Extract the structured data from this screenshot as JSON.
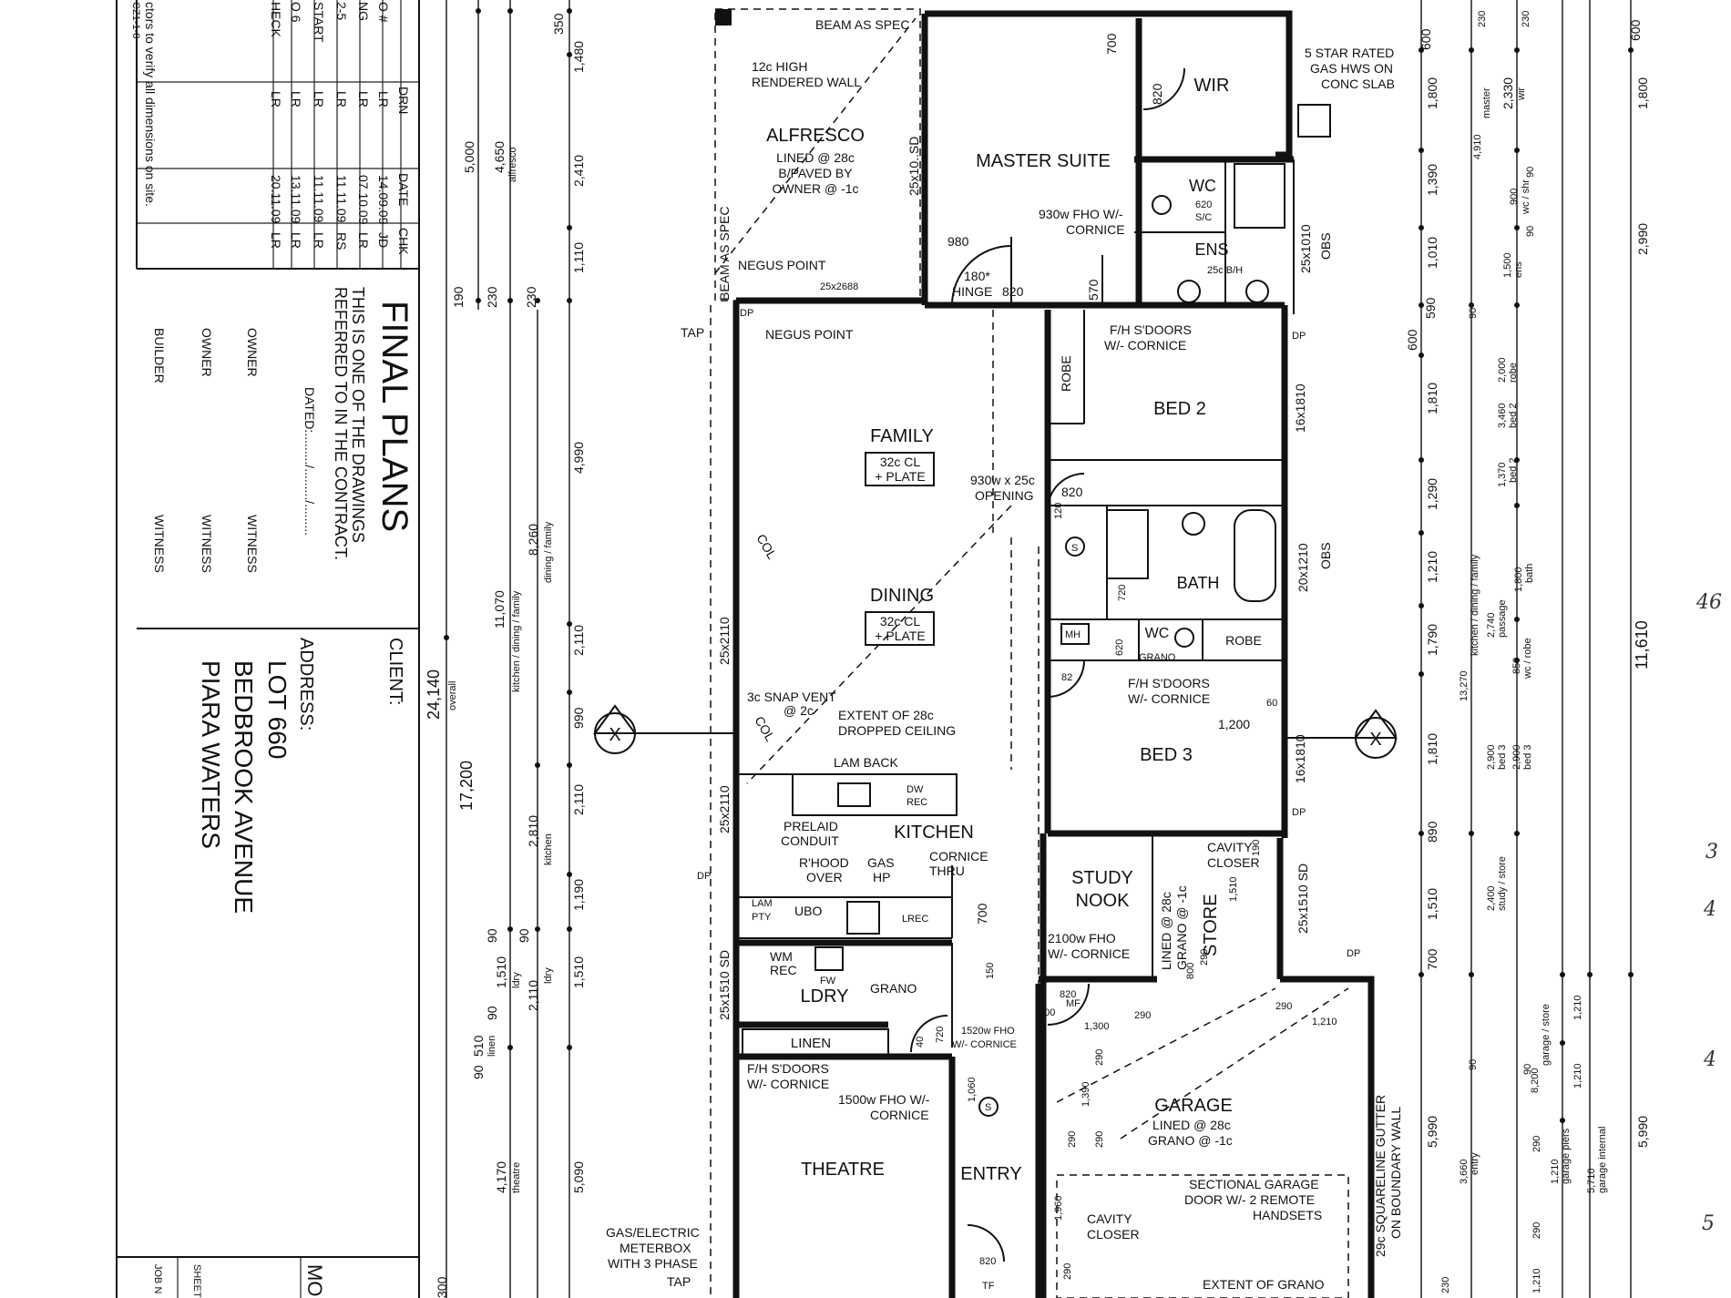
{
  "title_block": {
    "table_headers": [
      "DRN",
      "DATE",
      "CHK"
    ],
    "row_labels": [
      "O #",
      "NG",
      "2-5",
      "START",
      "O 6",
      "HECK"
    ],
    "rows": [
      [
        "LR",
        "14.09.09",
        "JD"
      ],
      [
        "LR",
        "07.10.09",
        "LR"
      ],
      [
        "LR",
        "11.11.09",
        "RS"
      ],
      [
        "LR",
        "11.11.09",
        "LR"
      ],
      [
        "LR",
        "13.11.09",
        "LR"
      ],
      [
        "LR",
        "20.11.09",
        "LR"
      ]
    ],
    "edge_note": "ctors to verify all dimensions on site.",
    "edge_code": "CZ1-1-8",
    "final_plans": "FINAL PLANS",
    "contract_line1": "THIS IS ONE OF THE DRAWINGS",
    "contract_line2": "REFERRED TO IN THE CONTRACT.",
    "dated": "DATED:........./........./.........",
    "signatures": [
      {
        "role": "OWNER",
        "witness": "WITNESS"
      },
      {
        "role": "OWNER",
        "witness": "WITNESS"
      },
      {
        "role": "BUILDER",
        "witness": "WITNESS"
      }
    ],
    "client_label": "CLIENT:",
    "address_label": "ADDRESS:",
    "address_lines": [
      "LOT 660",
      "BEDBROOK AVENUE",
      "PIARA WATERS"
    ],
    "bottom_labels": [
      "MO",
      "SHEET",
      "JOB N"
    ]
  },
  "rooms": {
    "alfresco": {
      "name": "ALFRESCO",
      "lines": [
        "LINED @ 28c",
        "B/PAVED BY",
        "OWNER @ -1c"
      ]
    },
    "master_suite": "MASTER SUITE",
    "wir": "WIR",
    "wc_top": "WC",
    "wc_top_note": "620\nS/C",
    "ens": "ENS",
    "family": "FAMILY",
    "dining": "DINING",
    "bed2": "BED 2",
    "robe1": "ROBE",
    "bath": "BATH",
    "robe2": "ROBE",
    "wc_mid": "WC",
    "bed3": "BED 3",
    "kitchen": "KITCHEN",
    "study": [
      "STUDY",
      "NOOK"
    ],
    "store": "STORE",
    "ldry": "LDRY",
    "linen": "LINEN",
    "theatre": "THEATRE",
    "entry": "ENTRY",
    "garage": "GARAGE"
  },
  "notes": {
    "beam_top": "BEAM AS SPEC",
    "rendered_wall": [
      "12c HIGH",
      "RENDERED WALL"
    ],
    "beam_side": "BEAM AS SPEC",
    "negus1": "NEGUS POINT",
    "negus2": "NEGUS POINT",
    "beam_size": "25x2688",
    "hws": [
      "5 STAR RATED",
      "GAS HWS ON",
      "CONC SLAB"
    ],
    "fho_master": [
      "930w FHO W/-",
      "CORNICE"
    ],
    "ens_size": "25c B/H",
    "obs1": "OBS",
    "obs2": "OBS",
    "win1": "25x1010",
    "win2": "16x1810",
    "win3": "20x1210",
    "win4": "16x1810",
    "win5": "25x1510 SD",
    "win6": "25x10..SD",
    "win7": "25x2110",
    "win8": "25x2110",
    "win9": "25x1510 SD",
    "hinge": [
      "180*",
      "HINGE"
    ],
    "fh_sdoors1": [
      "F/H S'DOORS",
      "W/- CORNICE"
    ],
    "fh_sdoors2": [
      "F/H S'DOORS",
      "W/- CORNICE"
    ],
    "fh_sdoors3": [
      "F/H S'DOORS",
      "W/- CORNICE"
    ],
    "family_clg": [
      "32c CL",
      "+ PLATE"
    ],
    "dining_clg": [
      "32c CL",
      "+ PLATE"
    ],
    "opening": [
      "930w x 25c",
      "OPENING"
    ],
    "snap_vent": [
      "3c SNAP VENT",
      "@ 2c"
    ],
    "dropped": [
      "EXTENT OF 28c",
      "DROPPED CEILING"
    ],
    "lam_back": "LAM BACK",
    "preliad": [
      "PRELAID",
      "CONDUIT"
    ],
    "rhood": [
      "R'HOOD",
      "OVER"
    ],
    "gas_hp": [
      "GAS",
      "HP"
    ],
    "cornice_thru": [
      "CORNICE",
      "THRU"
    ],
    "lam_pty": [
      "LAM",
      "PTY"
    ],
    "ubo": "UBO",
    "lrec": "LREC",
    "dw_rec": [
      "DW",
      "REC"
    ],
    "wm_rec": [
      "WM",
      "REC"
    ],
    "fw": "FW",
    "grano": "GRANO",
    "grano2": "GRANO",
    "mh": "MH",
    "cavity1": [
      "CAVITY",
      "CLOSER"
    ],
    "cavity2": [
      "CAVITY",
      "CLOSER"
    ],
    "store_lined": [
      "LINED @ 28c",
      "GRANO @ -1c"
    ],
    "study_fho": [
      "2100w FHO",
      "W/- CORNICE"
    ],
    "fho_1520": [
      "1520w FHO",
      "W/- CORNICE"
    ],
    "fho_1500": [
      "1500w FHO W/-",
      "CORNICE"
    ],
    "garage_lined": [
      "LINED @ 28c",
      "GRANO @ -1c"
    ],
    "garage_door": [
      "SECTIONAL GARAGE",
      "DOOR W/- 2 REMOTE",
      "HANDSETS"
    ],
    "gutter": [
      "29c SQUARELINE GUTTER",
      "ON BOUNDARY WALL"
    ],
    "meterbox": [
      "GAS/ELECTRIC",
      "METERBOX",
      "WITH 3 PHASE"
    ],
    "tap1": "TAP",
    "tap2": "TAP",
    "dp_labels": [
      "DP",
      "DP",
      "DP",
      "DP",
      "DP"
    ],
    "extent_grano": "EXTENT OF GRANO",
    "col1": "COL",
    "col2": "COL",
    "section": "X",
    "tf": "TF",
    "mf": "MF",
    "s": "S"
  },
  "left_dims": {
    "overall": "24,140",
    "overall_sub": "overall",
    "seg1": "17,200",
    "seg_top": "5,000",
    "alfresco": "4,650",
    "alfresco_sub": "alfresco",
    "kdf": "11,070",
    "kdf_sub": "kitchen / dining / family",
    "df": "8,260",
    "df_sub": "dining / family",
    "kitchen": "2,810",
    "kitchen_sub": "kitchen",
    "ldry": "1,510",
    "ldry_sub": "ldry",
    "ldry2": "2,110",
    "ldry2_sub": "ldry",
    "linen": "510",
    "linen_sub": "linen",
    "theatre": "4,170",
    "theatre_sub": "theatre",
    "chain": [
      "350",
      "1,480",
      "2,410",
      "1,110",
      "4,990",
      "2,110",
      "990",
      "2,110",
      "1,190",
      "1,510",
      "5,090"
    ],
    "small": [
      "190",
      "230",
      "230",
      "90",
      "90",
      "90",
      "90",
      "300"
    ]
  },
  "right_dims": {
    "chain": [
      "600",
      "1,800",
      "1,390",
      "1,010",
      "600",
      "590",
      "1,810",
      "1,290",
      "1,210",
      "1,790",
      "1,810",
      "890",
      "1,510",
      "700",
      "5,990"
    ],
    "overall": "11,610",
    "upper": "2,990",
    "lower": "5,990",
    "top": "1,800",
    "rooms": [
      {
        "v": "2,330",
        "s": "wir"
      },
      {
        "v": "4,910",
        "s": "master"
      },
      {
        "v": "900",
        "s": "wc / shr"
      },
      {
        "v": "1,500",
        "s": "ens"
      },
      {
        "v": "2,000",
        "s": "robe"
      },
      {
        "v": "3,460",
        "s": "bed 2"
      },
      {
        "v": "1,370",
        "s": "bed 2"
      },
      {
        "v": "2,740",
        "s": "passage"
      },
      {
        "v": "1,800",
        "s": "bath"
      },
      {
        "v": "13,270",
        "s": "kitchen / dining / family"
      },
      {
        "v": "850",
        "s": "wc / robe"
      },
      {
        "v": "2,900",
        "s": "bed 3"
      },
      {
        "v": "2,900",
        "s": "bed 3"
      },
      {
        "v": "2,400",
        "s": "study / store"
      },
      {
        "v": "3,660",
        "s": "entry"
      },
      {
        "v": "8,200",
        "s": "garage / store"
      },
      {
        "v": "5,710",
        "s": "garage internal"
      },
      {
        "v": "1,210",
        "s": "garage piers"
      }
    ],
    "small": [
      "230",
      "230",
      "230",
      "600",
      "90",
      "90",
      "90",
      "90",
      "90",
      "290",
      "290",
      "1,210",
      "1,210",
      "1,210"
    ]
  },
  "interior_dims": [
    "700",
    "820",
    "980",
    "820",
    "570",
    "820",
    "120",
    "720",
    "620",
    "82",
    "1,200",
    "60",
    "190",
    "700",
    "150",
    "720",
    "40",
    "1,300",
    "290",
    "290",
    "1,390",
    "290",
    "290",
    "1,060",
    "1,960",
    "290",
    "1,210",
    "290",
    "1,510",
    "800",
    "290",
    "820",
    "800",
    "820",
    "1,210"
  ],
  "handwritten": [
    "46",
    "3",
    "4",
    "4",
    "5"
  ]
}
